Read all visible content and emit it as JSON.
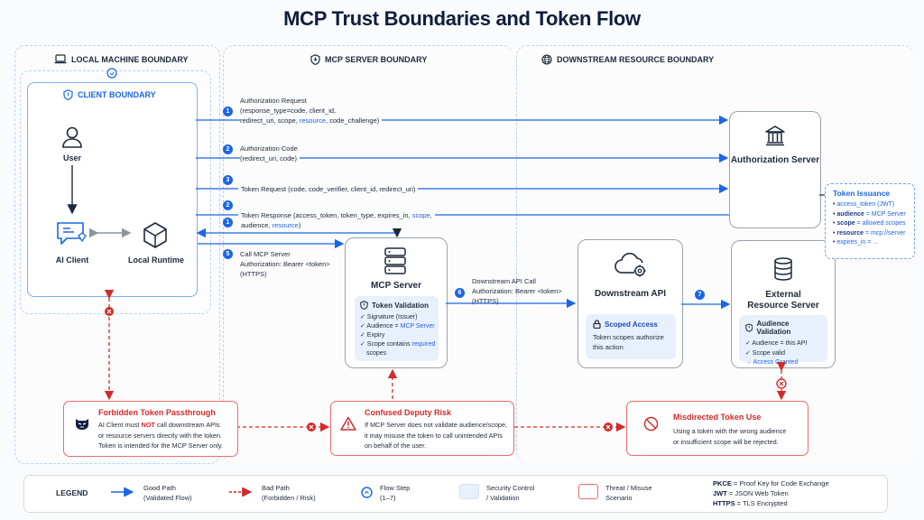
{
  "title": "MCP Trust Boundaries and Token Flow",
  "boundaries": {
    "local_machine": {
      "label": "LOCAL MACHINE BOUNDARY",
      "icon": "laptop-icon"
    },
    "client": {
      "label": "CLIENT BOUNDARY",
      "icon": "shield-icon"
    },
    "mcp_server": {
      "label": "MCP SERVER BOUNDARY",
      "icon": "shield-icon"
    },
    "downstream": {
      "label": "DOWNSTREAM RESOURCE BOUNDARY",
      "icon": "globe-icon"
    }
  },
  "actors": {
    "user": "User",
    "ai_client": "AI Client",
    "local_runtime": "Local Runtime",
    "authorization_server": "Authorization Server",
    "mcp_server": "MCP Server",
    "downstream_api": "Downstream API",
    "external_resource_server_l1": "External",
    "external_resource_server_l2": "Resource Server"
  },
  "flows": [
    {
      "step": "1",
      "lines": [
        "Authorization Request",
        "(response_type=code, client_id,"
      ],
      "line3_pre": "redirect_uri, scope, ",
      "line3_hl": "resource",
      "line3_post": ", code_challenge)"
    },
    {
      "step": "2",
      "lines": [
        "Authorization Code",
        "(redirect_uri, code)"
      ]
    },
    {
      "step": "3",
      "lines": [
        "Token Request (code, code_verifier, client_id, redirect_uri)"
      ]
    },
    {
      "step": "2",
      "line1_pre": "Token Response (access_token, token_type, expires_in, ",
      "line1_hl": "scope",
      "line1_post": ",",
      "line2_pre": "audience, ",
      "line2_hl": "resource",
      "line2_post": ")"
    },
    {
      "step": "1",
      "lines": []
    },
    {
      "step": "5",
      "lines": [
        "Call MCP Server",
        "Authorization: Bearer <token>",
        "(HTTPS)"
      ]
    },
    {
      "step": "6",
      "lines": [
        "Downstream API Call",
        "Authorization: Bearer <token>",
        "(HTTPS)"
      ]
    },
    {
      "step": "7",
      "lines": []
    }
  ],
  "token_validation": {
    "title": "Token Validation",
    "items": [
      {
        "pre": "✓ Signature (Issuer)",
        "hl": ""
      },
      {
        "pre": "✓ Audience = ",
        "hl": "MCP Server"
      },
      {
        "pre": "✓ Expiry",
        "hl": ""
      },
      {
        "pre": "✓ Scope contains ",
        "hl": "required"
      },
      {
        "pre": "   scopes",
        "hl": ""
      }
    ]
  },
  "scoped_access": {
    "title": "Scoped Access",
    "lines": [
      "Token scopes authorize",
      "this action"
    ]
  },
  "audience_validation": {
    "title": "Audience Validation",
    "items": [
      "✓ Audience = this API",
      "✓ Scope valid"
    ],
    "granted": "→ Access Granted"
  },
  "token_issuance": {
    "title": "Token Issuance",
    "items": [
      {
        "key": "access_token (JWT)",
        "val": ""
      },
      {
        "key": "audience",
        "val": " = MCP Server"
      },
      {
        "key": "scope",
        "val": " = allowed scopes"
      },
      {
        "key": "resource",
        "val": " = mcp://server"
      },
      {
        "key": "expires_in",
        "val": " = ..."
      }
    ]
  },
  "threats": [
    {
      "title": "Forbidden Token Passthrough",
      "icon": "mask-icon",
      "l1_pre": "AI Client must ",
      "l1_hl": "NOT",
      "l1_post": " call downstream APIs",
      "l2": "or resource servers directly with the token.",
      "l3": "Token is intended for the MCP Server only."
    },
    {
      "title": "Confused Deputy Risk",
      "icon": "warning-icon",
      "l1": "If MCP Server does not validate audience/scope,",
      "l2": "it may misuse the token to call unintended APIs",
      "l3": "on behalf of the user."
    },
    {
      "title": "Misdirected Token Use",
      "icon": "prohibited-icon",
      "l1": "Using a token with the wrong audience",
      "l2": "or insufficient scope will be rejected."
    }
  ],
  "legend": {
    "title": "LEGEND",
    "good": [
      "Good Path",
      "(Validated Flow)"
    ],
    "bad": [
      "Bad Path",
      "(Forbidden / Risk)"
    ],
    "step": [
      "Flow Step",
      "(1–7)"
    ],
    "control": [
      "Security Control",
      "/ Validation"
    ],
    "threat": [
      "Threat / Misuse",
      "Scenario"
    ],
    "abbr": [
      {
        "k": "PKCE",
        "v": " = Proof Key for Code Exchange"
      },
      {
        "k": "JWT",
        "v": " = JSON Web Token"
      },
      {
        "k": "HTTPS",
        "v": " = TLS Encrypted"
      }
    ]
  },
  "colors": {
    "good": "#1a66e6",
    "bad": "#e02424",
    "control": "#e8f0fc",
    "threat": "#ef6b6b"
  }
}
